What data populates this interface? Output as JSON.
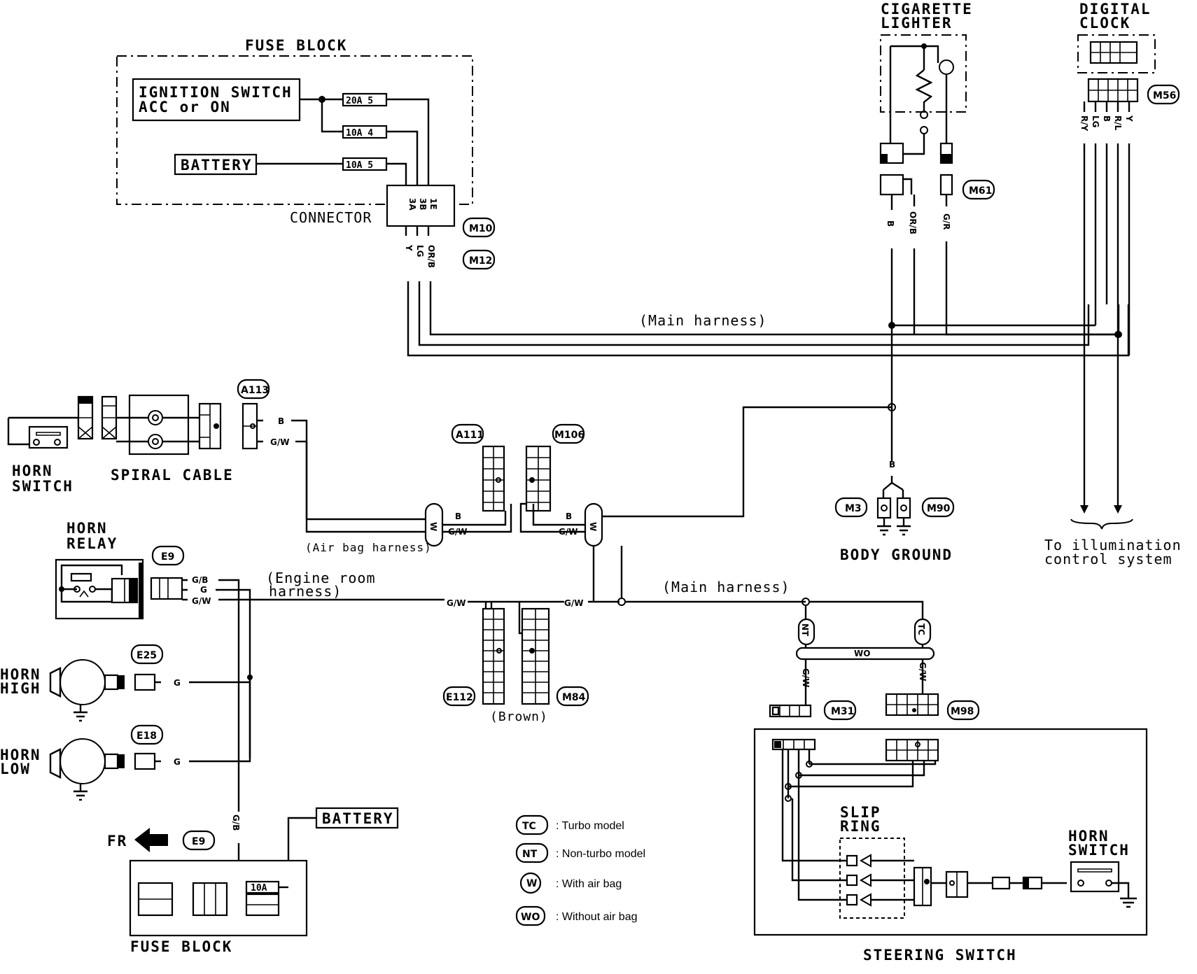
{
  "top": {
    "fuse_block_title": "FUSE BLOCK",
    "ignition_line1": "IGNITION SWITCH",
    "ignition_line2": "ACC or ON",
    "battery": "BATTERY",
    "fuse1": "20A 5",
    "fuse2": "10A 4",
    "fuse3": "10A 5",
    "connector": "CONNECTOR",
    "pins": [
      "3A",
      "3B",
      "1E"
    ],
    "wires": [
      "Y",
      "LG",
      "OR/B"
    ],
    "m10": "M10",
    "m12": "M12",
    "main_harness": "(Main harness)"
  },
  "cigarette": {
    "line1": "CIGARETTE",
    "line2": "LIGHTER",
    "m61": "M61",
    "wire_b": "B",
    "wire_orb": "OR/B",
    "wire_gr": "G/R"
  },
  "clock": {
    "line1": "DIGITAL",
    "line2": "CLOCK",
    "m56": "M56",
    "wires": [
      "R/Y",
      "LG",
      "B",
      "R/L",
      "Y"
    ]
  },
  "ground": {
    "wire": "B",
    "m3": "M3",
    "m90": "M90",
    "label": "BODY GROUND"
  },
  "illum": {
    "line1": "To illumination",
    "line2": "control system"
  },
  "horn_switch_left": {
    "line1": "HORN",
    "line2": "SWITCH",
    "spiral": "SPIRAL CABLE",
    "a113": "A113",
    "wire_b": "B",
    "wire_gw": "G/W"
  },
  "airbag": {
    "a111": "A111",
    "m106": "M106",
    "w1": "W",
    "w2": "W",
    "b1": "B",
    "gw1": "G/W",
    "b2": "B",
    "gw2": "G/W",
    "harness": "(Air bag harness)"
  },
  "relay": {
    "line1": "HORN",
    "line2": "RELAY",
    "e9": "E9",
    "wires": [
      "G/B",
      "G",
      "G/W"
    ],
    "engine_line1": "(Engine room",
    "engine_line2": "harness)"
  },
  "middle": {
    "gw_left": "G/W",
    "gw_right": "G/W",
    "e112": "E112",
    "m84": "M84",
    "brown": "(Brown)",
    "main_harness2": "(Main harness)"
  },
  "horns": {
    "high1": "HORN",
    "high2": "HIGH",
    "low1": "HORN",
    "low2": "LOW",
    "e25": "E25",
    "e18": "E18",
    "g1": "G",
    "g2": "G"
  },
  "bottom_fuse": {
    "fr": "FR",
    "e9": "E9",
    "battery": "BATTERY",
    "wire": "G/B",
    "fuse": "10A",
    "label": "FUSE BLOCK"
  },
  "right_lower": {
    "nt": "NT",
    "tc": "TC",
    "wo": "WO",
    "gw1": "G/W",
    "gw2": "G/W",
    "m31": "M31",
    "m98": "M98",
    "slip1": "SLIP",
    "slip2": "RING",
    "horn1": "HORN",
    "horn2": "SWITCH",
    "steering": "STEERING SWITCH"
  },
  "legend": [
    {
      "code": "TC",
      "text": ": Turbo model"
    },
    {
      "code": "NT",
      "text": ": Non-turbo model"
    },
    {
      "code": "W",
      "text": ": With air bag"
    },
    {
      "code": "WO",
      "text": ": Without air bag"
    }
  ]
}
